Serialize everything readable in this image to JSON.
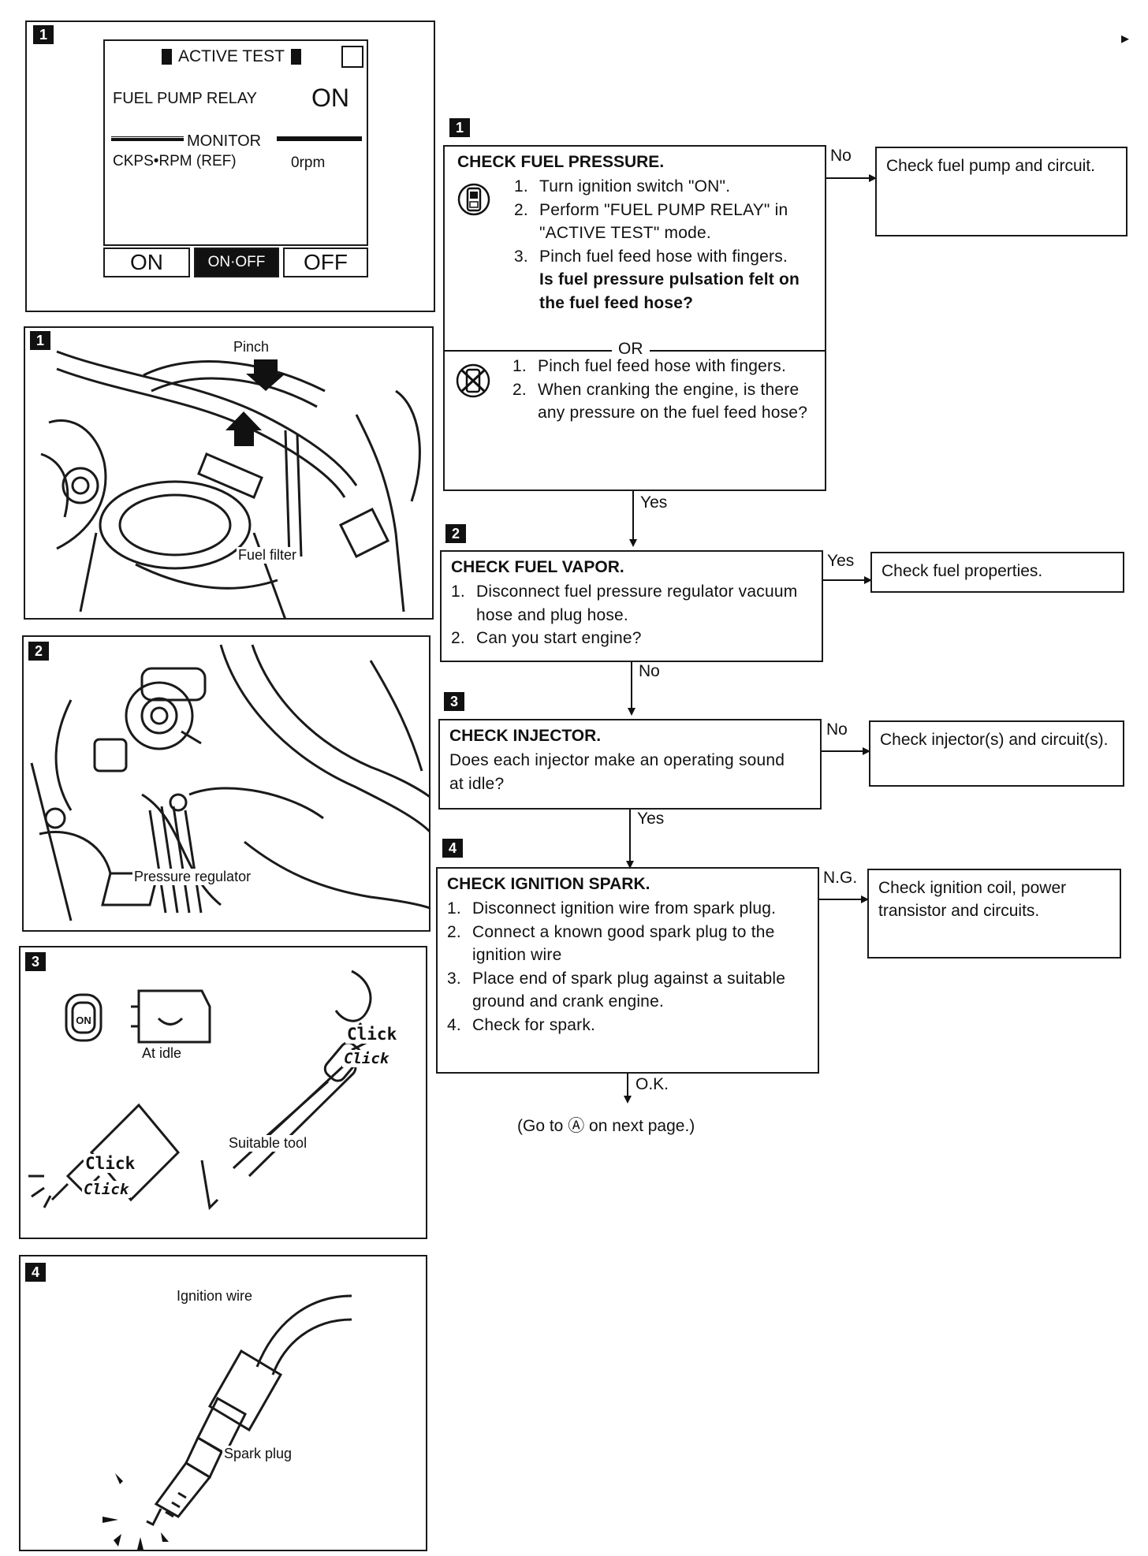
{
  "continue_mark": "▸",
  "screen": {
    "badge": "1",
    "title": "ACTIVE TEST",
    "item_label": "FUEL PUMP RELAY",
    "item_value": "ON",
    "monitor_label": "MONITOR",
    "monitor_item": "CKPS•RPM (REF)",
    "monitor_value": "0rpm",
    "buttons": [
      "ON",
      "ON·OFF",
      "OFF"
    ]
  },
  "figures": [
    {
      "badge": "1",
      "labels": [
        "Pinch",
        "Fuel filter"
      ]
    },
    {
      "badge": "2",
      "labels": [
        "Pressure regulator"
      ]
    },
    {
      "badge": "3",
      "labels": [
        "At idle",
        "Suitable tool",
        "Click",
        "Click",
        "Click",
        "Click",
        "ON"
      ]
    },
    {
      "badge": "4",
      "labels": [
        "Ignition wire",
        "Spark plug"
      ]
    }
  ],
  "flow": {
    "step1": {
      "badge": "1",
      "title": "CHECK FUEL PRESSURE.",
      "steps_a": [
        {
          "n": "1.",
          "t": "Turn ignition switch \"ON\"."
        },
        {
          "n": "2.",
          "t": "Perform \"FUEL PUMP RELAY\" in \"ACTIVE TEST\" mode."
        },
        {
          "n": "3.",
          "t": "Pinch fuel feed hose with fingers."
        }
      ],
      "question_a": "Is fuel pressure pulsation felt on the fuel feed hose?",
      "or": "OR",
      "steps_b": [
        {
          "n": "1.",
          "t": "Pinch fuel feed hose with fingers."
        },
        {
          "n": "2.",
          "t": "When cranking the engine, is there any pressure on the fuel feed hose?"
        }
      ],
      "branch_label": "No",
      "branch_result": "Check fuel pump and circuit.",
      "next_label": "Yes"
    },
    "step2": {
      "badge": "2",
      "title": "CHECK FUEL VAPOR.",
      "steps": [
        {
          "n": "1.",
          "t": "Disconnect fuel pressure regulator vacuum hose and plug hose."
        },
        {
          "n": "2.",
          "t": "Can you start engine?"
        }
      ],
      "branch_label": "Yes",
      "branch_result": "Check fuel properties.",
      "next_label": "No"
    },
    "step3": {
      "badge": "3",
      "title": "CHECK INJECTOR.",
      "text": "Does each injector make an operating sound at idle?",
      "branch_label": "No",
      "branch_result": "Check injector(s) and circuit(s).",
      "next_label": "Yes"
    },
    "step4": {
      "badge": "4",
      "title": "CHECK IGNITION SPARK.",
      "steps": [
        {
          "n": "1.",
          "t": "Disconnect ignition wire from spark plug."
        },
        {
          "n": "2.",
          "t": "Connect a known good spark plug to the ignition wire"
        },
        {
          "n": "3.",
          "t": "Place end of spark plug against a suitable ground and crank engine."
        },
        {
          "n": "4.",
          "t": "Check for spark."
        }
      ],
      "branch_label": "N.G.",
      "branch_result": "Check ignition coil, power transistor and circuits.",
      "next_label": "O.K."
    },
    "footer": "(Go to Ⓐ on next page.)"
  }
}
